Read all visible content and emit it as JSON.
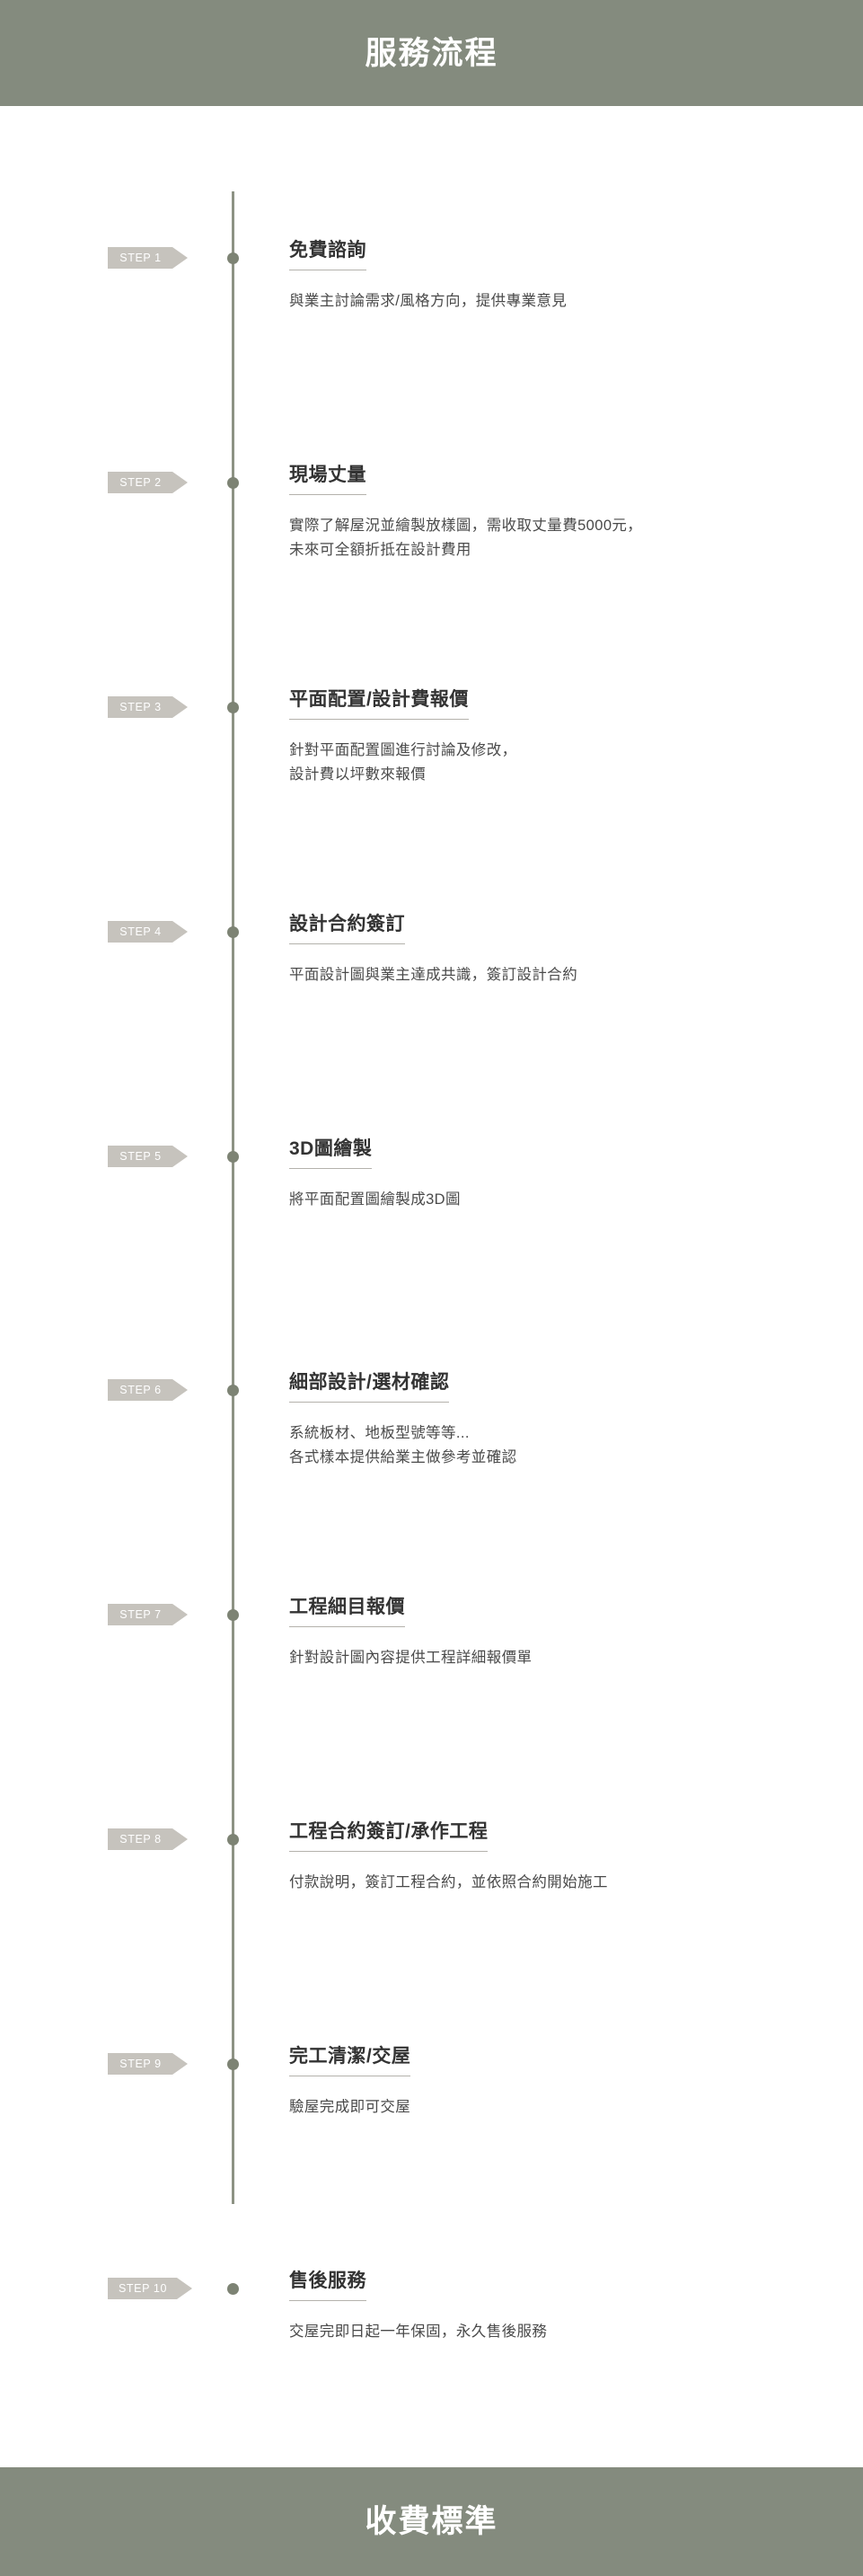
{
  "header": {
    "title": "服務流程"
  },
  "footer": {
    "title": "收費標準"
  },
  "colors": {
    "banner_bg": "#848b7e",
    "badge_bg": "#c6c3bd",
    "badge_text": "#ffffff",
    "timeline_line": "#8d9284",
    "timeline_dot": "#7d8374",
    "title_text": "#333333",
    "title_underline": "#b4b2ac",
    "desc_text": "#4a4a4a",
    "page_bg": "#ffffff"
  },
  "timeline": {
    "steps": [
      {
        "badge": "STEP 1",
        "title": "免費諮詢",
        "desc": "與業主討論需求/風格方向，提供專業意見"
      },
      {
        "badge": "STEP 2",
        "title": "現場丈量",
        "desc": "實際了解屋況並繪製放樣圖，需收取丈量費5000元，\n未來可全額折抵在設計費用"
      },
      {
        "badge": "STEP 3",
        "title": "平面配置/設計費報價",
        "desc": "針對平面配置圖進行討論及修改，\n設計費以坪數來報價"
      },
      {
        "badge": "STEP 4",
        "title": "設計合約簽訂",
        "desc": "平面設計圖與業主達成共識，簽訂設計合約"
      },
      {
        "badge": "STEP 5",
        "title": "3D圖繪製",
        "desc": "將平面配置圖繪製成3D圖"
      },
      {
        "badge": "STEP 6",
        "title": "細部設計/選材確認",
        "desc": "系統板材、地板型號等等...\n各式樣本提供給業主做參考並確認"
      },
      {
        "badge": "STEP 7",
        "title": "工程細目報價",
        "desc": "針對設計圖內容提供工程詳細報價單"
      },
      {
        "badge": "STEP 8",
        "title": "工程合約簽訂/承作工程",
        "desc": "付款說明，簽訂工程合約，並依照合約開始施工"
      },
      {
        "badge": "STEP 9",
        "title": "完工清潔/交屋",
        "desc": "驗屋完成即可交屋"
      },
      {
        "badge": "STEP 10",
        "title": "售後服務",
        "desc": "交屋完即日起一年保固，永久售後服務"
      }
    ]
  },
  "layout": {
    "step_tops": [
      287,
      537,
      787,
      1037,
      1287,
      1547,
      1797,
      2047,
      2297,
      2547
    ]
  }
}
